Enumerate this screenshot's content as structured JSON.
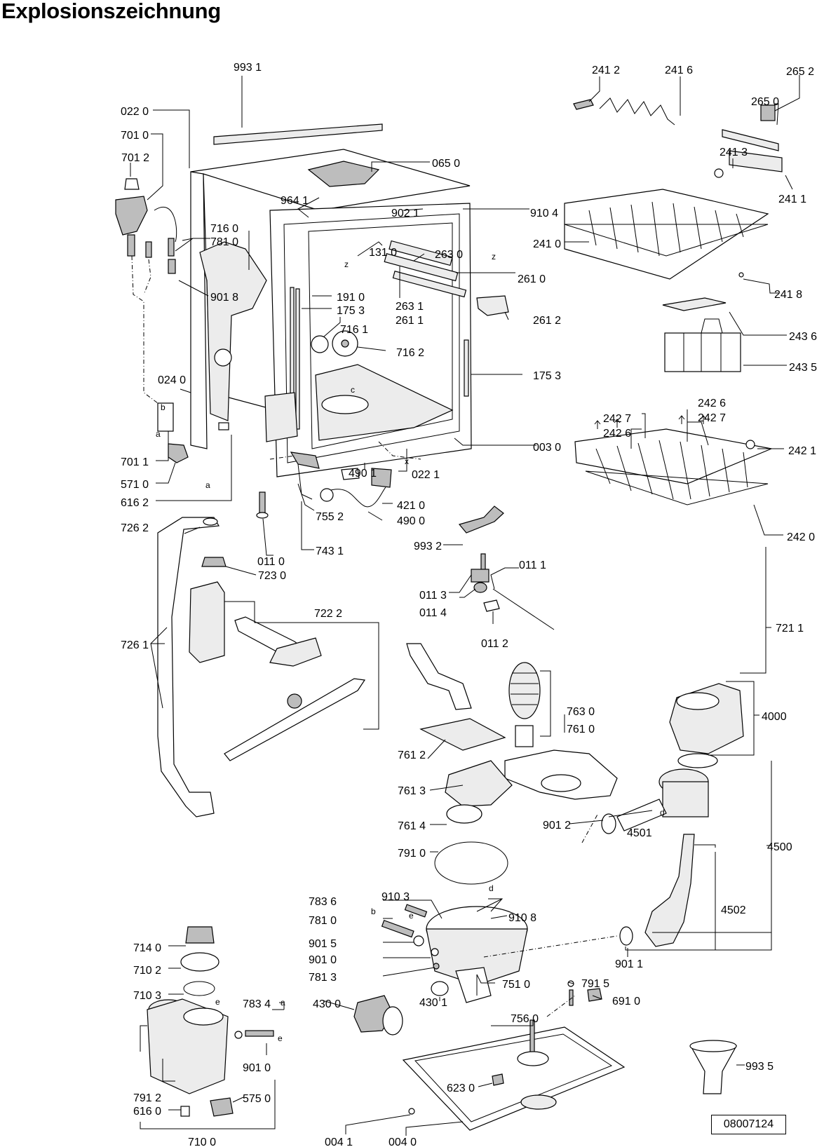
{
  "page": {
    "title": "Explosionszeichnung",
    "document_number": "08007124"
  },
  "diagram": {
    "type": "exploded-parts-drawing",
    "part_labels": {
      "p9931": "993 1",
      "p0220": "022 0",
      "p7010": "701 0",
      "p7012": "701 2",
      "p0650": "065 0",
      "p9641": "964 1",
      "p9021": "902 1",
      "p9104": "910 4",
      "p7160": "716 0",
      "p7810": "781 0",
      "p1310": "131 0",
      "p2630": "263 0",
      "p2610": "261 0",
      "p9018": "901 8",
      "p1910": "191 0",
      "p1753a": "175 3",
      "p2631": "263 1",
      "p2611": "261 1",
      "p2612": "261 2",
      "p7161": "716 1",
      "p7162": "716 2",
      "p0240": "024 0",
      "p1753b": "175 3",
      "p0030": "003 0",
      "p7011": "701 1",
      "p5710": "571 0",
      "p6162": "616 2",
      "p4901": "490 1",
      "p0221": "022 1",
      "p4210": "421 0",
      "p4900": "490 0",
      "p7552": "755 2",
      "p7431": "743 1",
      "p0110": "011 0",
      "p9932": "993 2",
      "p2412": "241 2",
      "p2416": "241 6",
      "p2652": "265 2",
      "p2650": "265 0",
      "p2413": "241 3",
      "p2411": "241 1",
      "p2410": "241 0",
      "p2418": "241 8",
      "p2436": "243 6",
      "p2435": "243 5",
      "p2426a": "242 6",
      "p2427a": "242 7",
      "p2427b": "242 7",
      "p2426b": "242 6",
      "p2421": "242 1",
      "p2420": "242 0",
      "p7262": "726 2",
      "p7230": "723 0",
      "p7222": "722 2",
      "p7261": "726 1",
      "p0111": "011 1",
      "p0113": "011 3",
      "p0114": "011 4",
      "p0112": "011 2",
      "p7211": "721 1",
      "p7630": "763 0",
      "p7610": "761 0",
      "p7612": "761 2",
      "p4000": "4000",
      "p7613": "761 3",
      "p7614": "761 4",
      "p9012": "901 2",
      "p4501": "4501",
      "p4500": "4500",
      "p7910": "791 0",
      "p7836": "783 6",
      "p9103": "910 3",
      "p9108": "910 8",
      "p7810b": "781 0",
      "p9015": "901 5",
      "p9010": "901 0",
      "p7813": "781 3",
      "p4502": "4502",
      "p9011": "901 1",
      "p7140": "714 0",
      "p7102": "710 2",
      "p7103": "710 3",
      "p7834": "783 4",
      "p4300": "430 0",
      "p4301": "430 1",
      "p7915": "791 5",
      "p7510": "751 0",
      "p6910": "691 0",
      "p9010b": "901 0",
      "p7560": "756 0",
      "p9935": "993 5",
      "p7912": "791 2",
      "p5750": "575 0",
      "p6160": "616 0",
      "p6230": "623 0",
      "p7100": "710 0",
      "p0041": "004 1",
      "p0040": "004 0"
    },
    "connection_letters": {
      "a1": "a",
      "b1": "b",
      "a2": "a",
      "x1": "x",
      "z1": "z",
      "z2": "z",
      "c1": "c",
      "d1": "d",
      "d2": "d",
      "e1": "e",
      "b2": "b",
      "e2": "e",
      "a3": "a",
      "e3": "e"
    }
  }
}
